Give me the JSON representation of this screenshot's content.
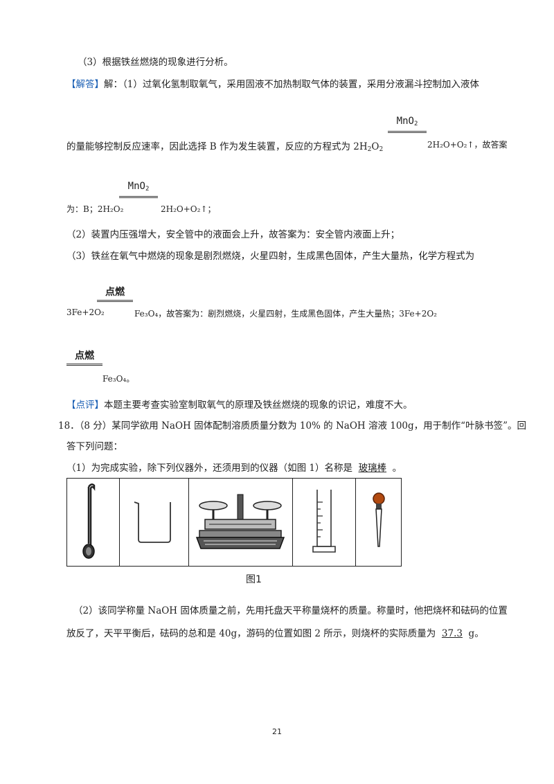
{
  "line1": "（3）根据铁丝燃烧的现象进行分析。",
  "jieda_tag": "【解答】",
  "jieda_rest": "解：（1）过氧化氢制取氧气，采用固液不加热制取气体的装置，采用分液漏斗控制加入液体",
  "line3_pre": "的量能够控制反应速率，因此选择 B 作为发生装置，反应的方程式为 2H",
  "line3_sub1": "2",
  "line3_o": "O",
  "line3_sub2": "2",
  "line3_post": "2H₂O+O₂↑，故答案",
  "cond_mno2": "MnO",
  "cond_mno2_sub": "2",
  "line4_pre": "为：B；2H₂O₂",
  "line4_post": "2H₂O+O₂↑；",
  "line5": "（2）装置内压强增大，安全管中的液面会上升，故答案为：安全管内液面上升；",
  "line6": "（3）铁丝在氧气中燃烧的现象是剧烈燃烧，火星四射，生成黑色固体，产生大量热，化学方程式为",
  "cond_ignite": "点燃",
  "line7_pre": "3Fe+2O₂",
  "line7_mid": "Fe₃O₄，故答案为：剧烈燃烧，火星四射，生成黑色固体，产生大量热；3Fe+2O₂",
  "line8": "Fe₃O₄。",
  "dianping_tag": "【点评】",
  "dianping_rest": "本题主要考查实验室制取氧气的原理及铁丝燃烧的现象的识记，难度不大。",
  "q18_line1": "18．（8 分）某同学欲用 NaOH 固体配制溶质质量分数为 10% 的 NaOH 溶液 100g，用于制作“叶脉书签”。回",
  "q18_line2": "答下列问题：",
  "q18_1_pre": "（1）为完成实验，除下列仪器外，还须用到的仪器（如图 1）名称是",
  "q18_1_ans": "玻璃棒",
  "q18_1_post": "。",
  "figure_caption": "图1",
  "q18_2_line1": "（2）该同学称量 NaOH 固体质量之前，先用托盘天平称量烧杯的质量。称量时，他把烧杯和砝码的位置",
  "q18_2_pre": "放反了，天平平衡后，砝码的总和是 40g，游码的位置如图 2 所示，则烧杯的实际质量为",
  "q18_2_ans": "37.3",
  "q18_2_post": "g。",
  "page_number": "21"
}
